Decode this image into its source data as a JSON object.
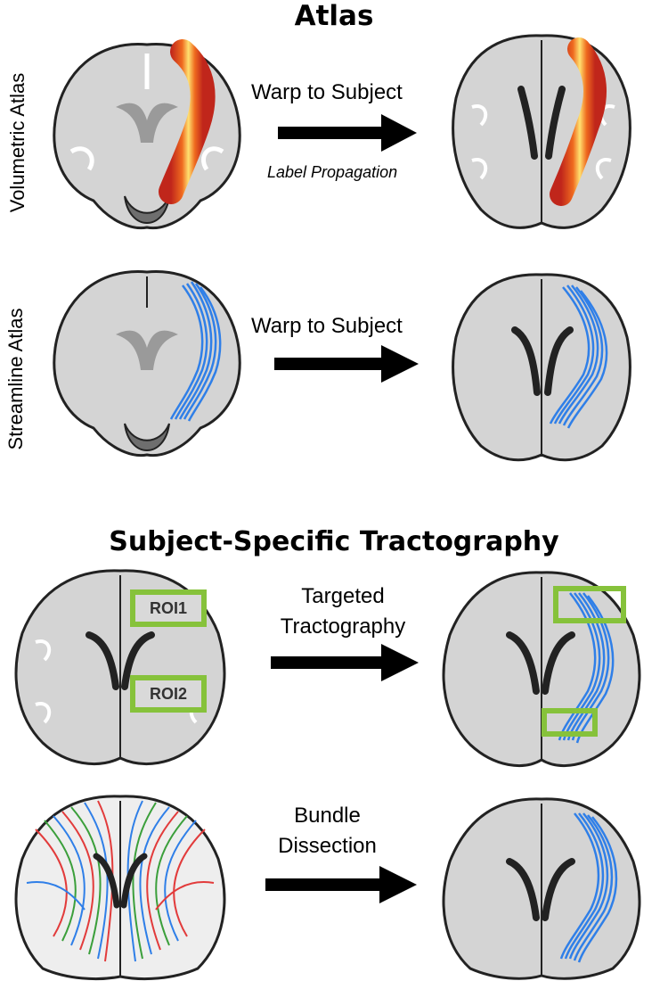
{
  "titles": {
    "atlas": "Atlas",
    "subject_specific": "Subject-Specific Tractography"
  },
  "row_labels": {
    "volumetric": "Volumetric Atlas",
    "streamline": "Streamline Atlas"
  },
  "arrows": {
    "warp1": "Warp to Subject",
    "label_propagation": "Label Propagation",
    "warp2": "Warp to Subject",
    "targeted_line1": "Targeted",
    "targeted_line2": "Tractography",
    "bundle_line1": "Bundle",
    "bundle_line2": "Dissection"
  },
  "rois": {
    "roi1": "ROI1",
    "roi2": "ROI2"
  },
  "colors": {
    "brain_outline": "#222222",
    "brain_fill": "#d8d8d8",
    "white_matter": "#f0f0f0",
    "ventricle": "#9a9a9a",
    "volumetric_hot": "#f5a623",
    "streamline_blue": "#2f7fe8",
    "roi_green": "#86c23b"
  }
}
